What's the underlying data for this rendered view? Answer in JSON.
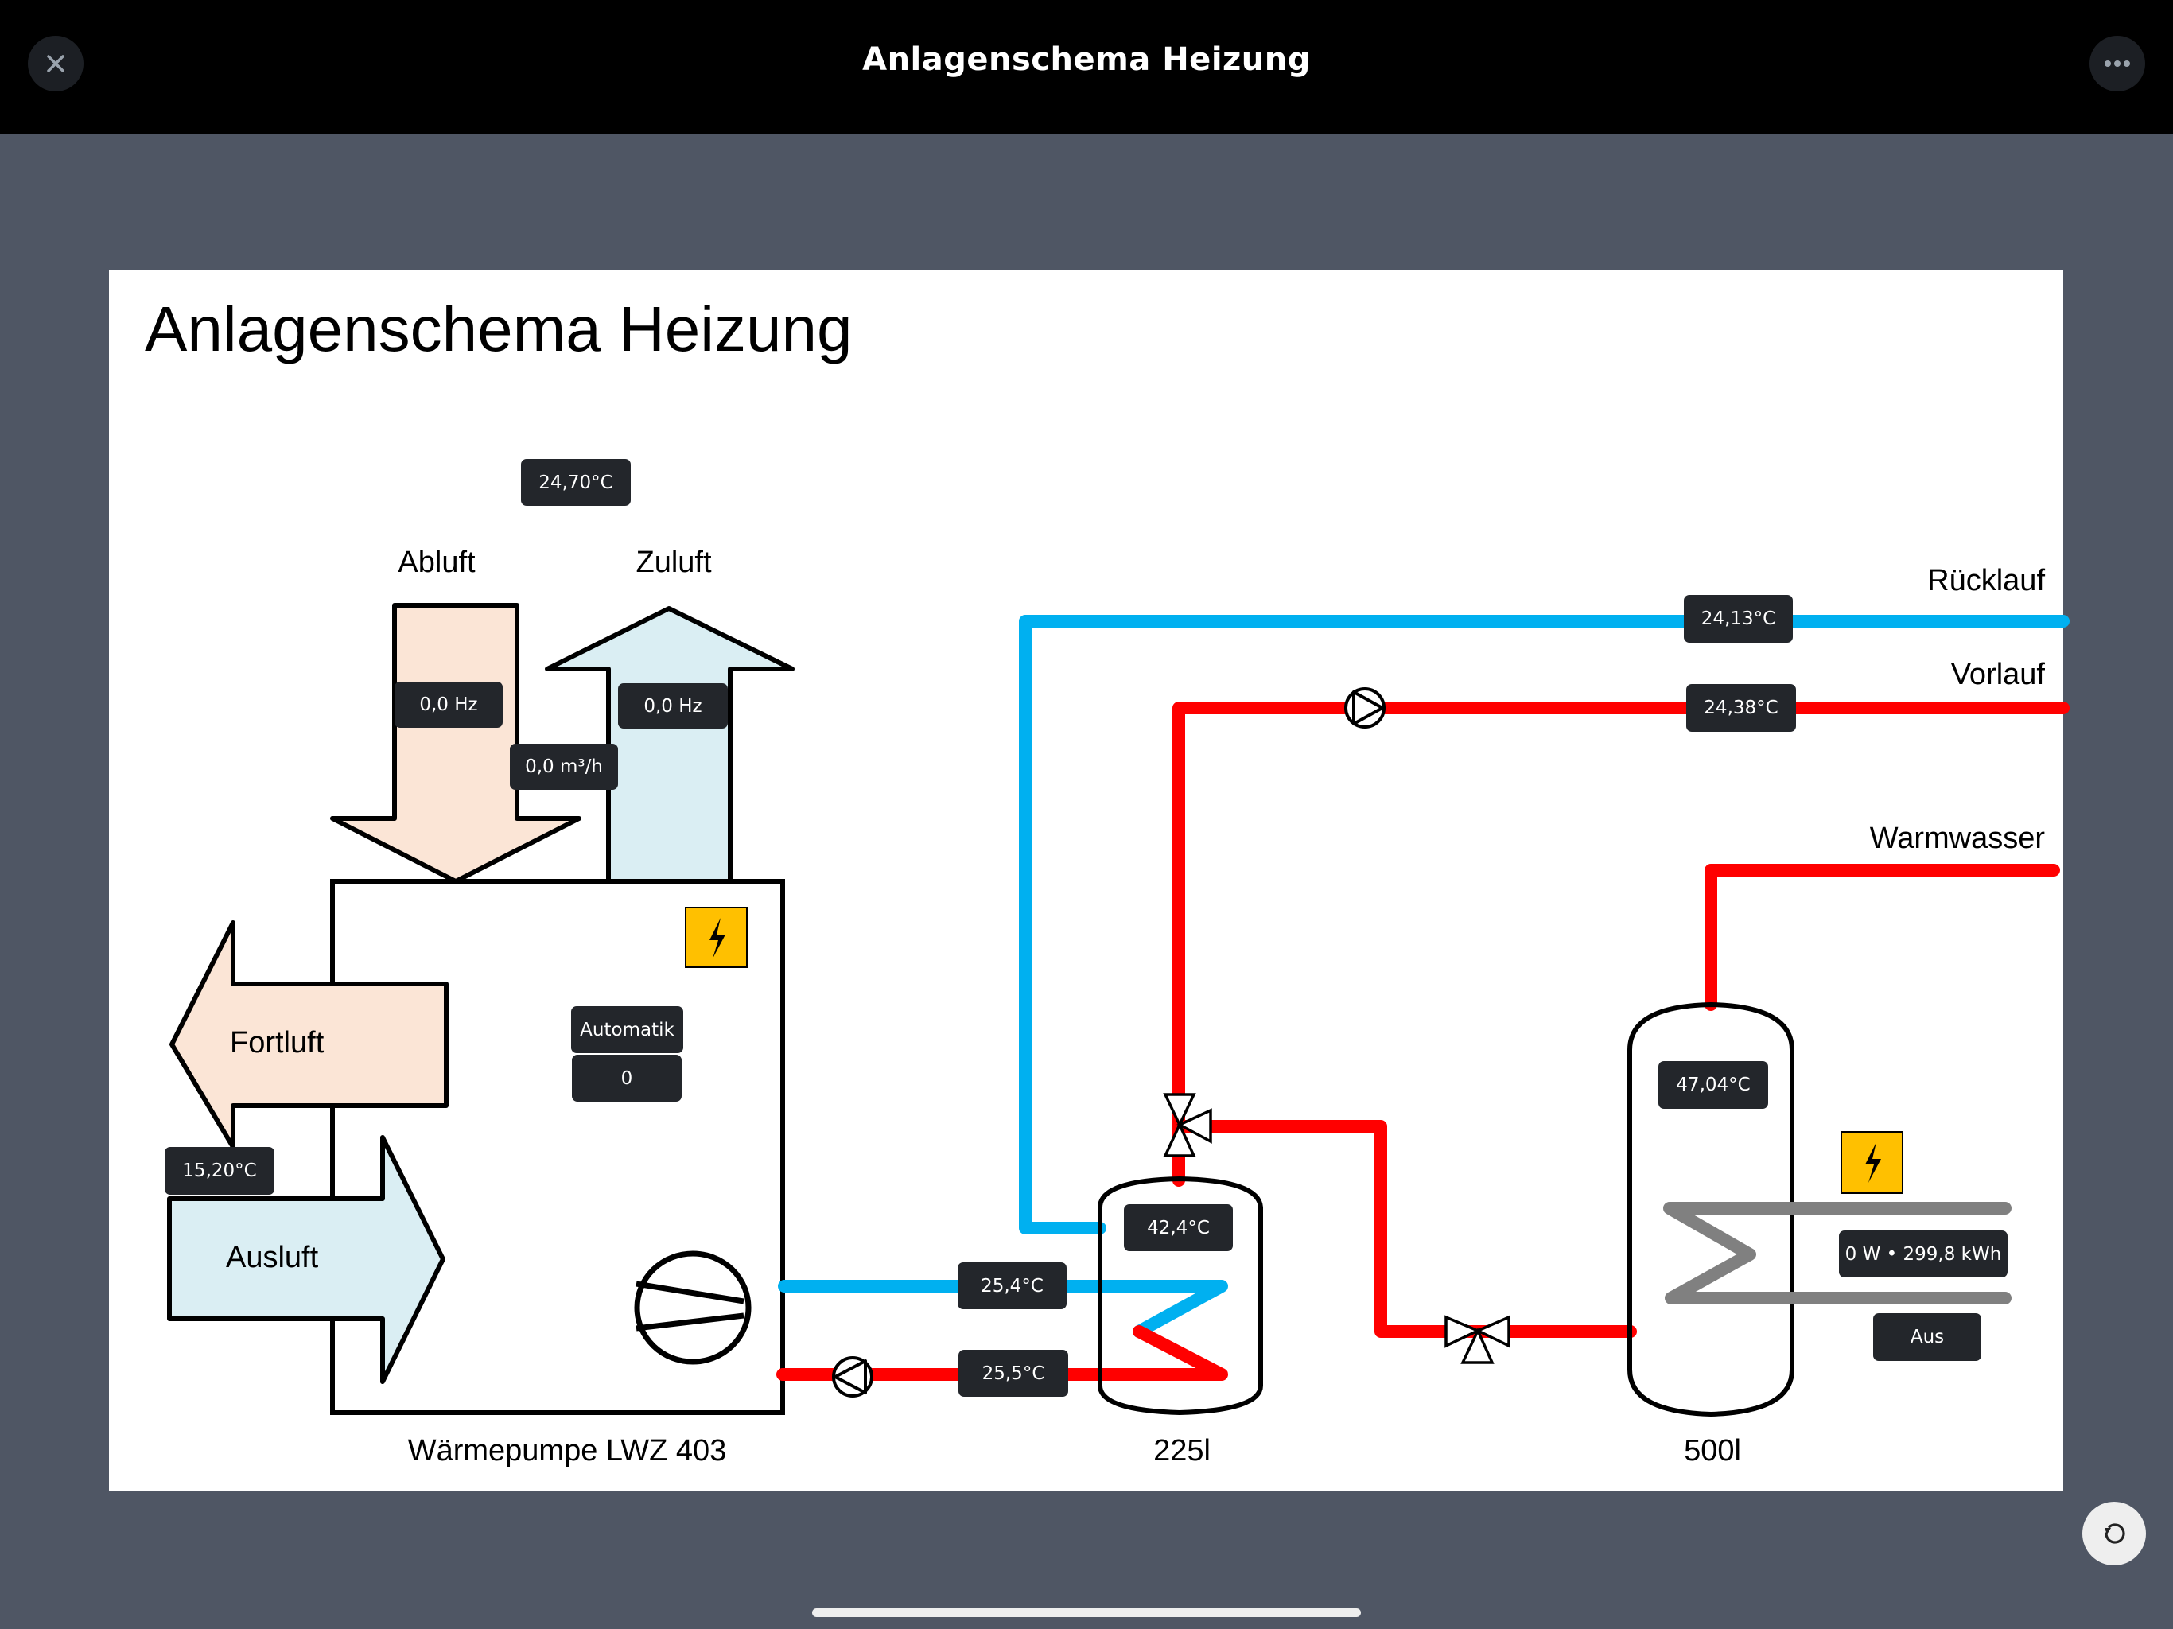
{
  "header": {
    "title": "Anlagenschema Heizung",
    "close_icon": "close-icon",
    "more_icon": "more-horizontal-icon"
  },
  "diagram": {
    "title": "Anlagenschema Heizung",
    "colors": {
      "supply_red": "#ff0000",
      "return_blue": "#00b0f0",
      "exhaust_fill": "#fbe5d6",
      "supply_air_fill": "#daeef3",
      "badge_bg": "#23262b",
      "warning_yellow": "#ffc000",
      "heater_gray": "#808080"
    },
    "labels": {
      "abluft": "Abluft",
      "zuluft": "Zuluft",
      "fortluft": "Fortluft",
      "ausluft": "Ausluft",
      "ruecklauf": "Rücklauf",
      "vorlauf": "Vorlauf",
      "warmwasser": "Warmwasser",
      "heat_pump": "Wärmepumpe LWZ 403",
      "tank_small": "225l",
      "tank_large": "500l"
    },
    "values": {
      "outdoor_temp": "24,70°C",
      "abluft_fan": "0,0 Hz",
      "zuluft_fan": "0,0 Hz",
      "airflow": "0,0 m³/h",
      "mode": "Automatik",
      "mode_value": "0",
      "fortluft_temp": "15,20°C",
      "ruecklauf_temp": "24,13°C",
      "vorlauf_temp": "24,38°C",
      "hp_return_temp": "25,4°C",
      "hp_flow_temp": "25,5°C",
      "tank_small_temp": "42,4°C",
      "tank_large_temp": "47,04°C",
      "heater_power": "0 W • 299,8 kWh",
      "heater_state": "Aus"
    }
  },
  "controls": {
    "reload_icon": "reload-icon"
  }
}
